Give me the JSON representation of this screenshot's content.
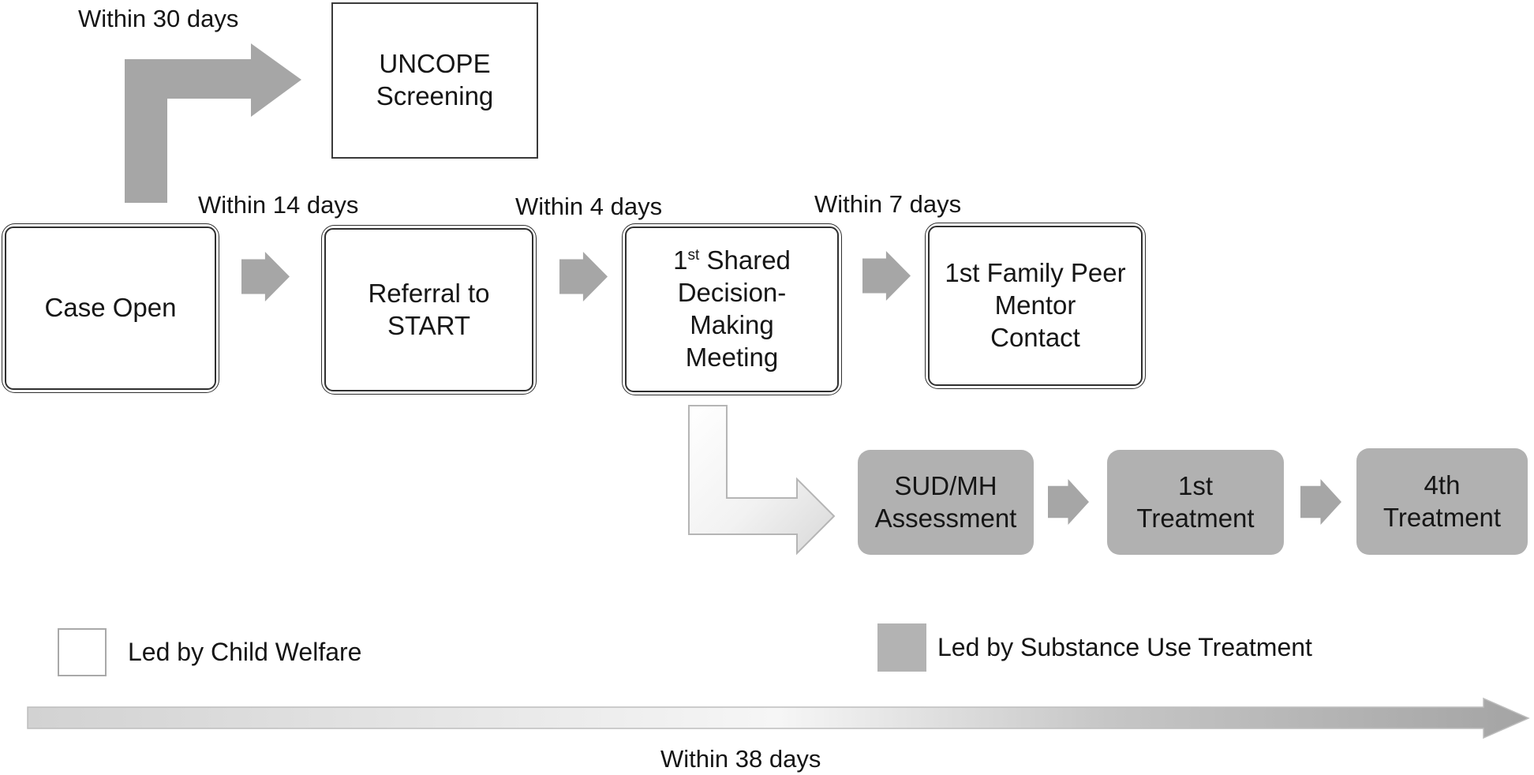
{
  "diagram": {
    "timing_labels": {
      "uncope": "Within 30 days",
      "referral": "Within 14 days",
      "meeting": "Within 4 days",
      "mentor": "Within 7 days",
      "timeline": "Within 38 days"
    },
    "boxes": {
      "uncope": {
        "lines": [
          "UNCOPE",
          "Screening"
        ]
      },
      "case_open": {
        "lines": [
          "Case Open"
        ]
      },
      "referral": {
        "lines": [
          "Referral to",
          "START"
        ]
      },
      "shared": {
        "first_line": {
          "num": "1",
          "sup": "st",
          "rest": " Shared"
        },
        "lines": [
          "Decision-",
          "Making",
          "Meeting"
        ]
      },
      "peer": {
        "lines": [
          "1st Family Peer",
          "Mentor",
          "Contact"
        ]
      },
      "sud": {
        "lines": [
          "SUD/MH",
          "Assessment"
        ]
      },
      "treatment1": {
        "lines": [
          "1st",
          "Treatment"
        ]
      },
      "treatment4": {
        "lines": [
          "4th",
          "Treatment"
        ]
      }
    },
    "legend": {
      "child_welfare": {
        "label": "Led by Child Welfare",
        "swatch_color": "#ffffff"
      },
      "substance_use": {
        "label": "Led by Substance Use Treatment",
        "swatch_color": "#b3b3b3"
      }
    },
    "colors": {
      "arrow_gray": "#a6a6a6",
      "box_gray": "#b1b1b1",
      "text": "#1a1a1a"
    }
  }
}
